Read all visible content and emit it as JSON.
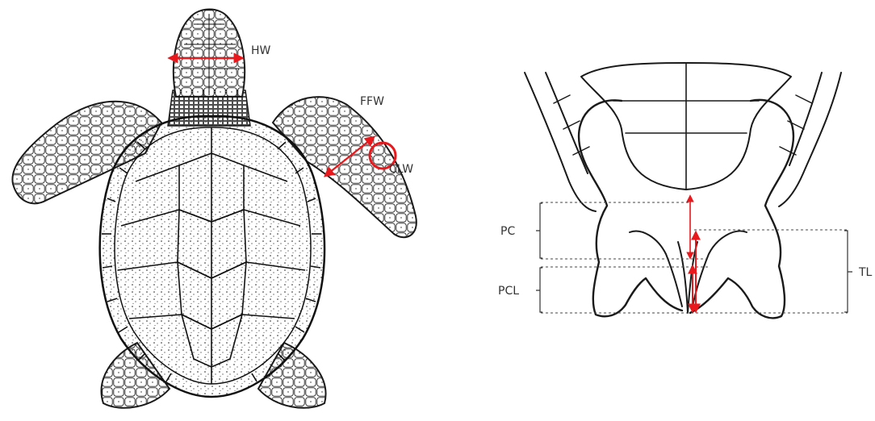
{
  "left_figure": {
    "labels": {
      "hw": "HW",
      "ffw": "FFW",
      "clw": "CLW"
    }
  },
  "right_figure": {
    "labels": {
      "pc": "PC",
      "pcl": "PCL",
      "tl": "TL"
    }
  },
  "colors": {
    "measure": "#e8181c",
    "ink": "#1a1a1a",
    "label": "#333333"
  }
}
